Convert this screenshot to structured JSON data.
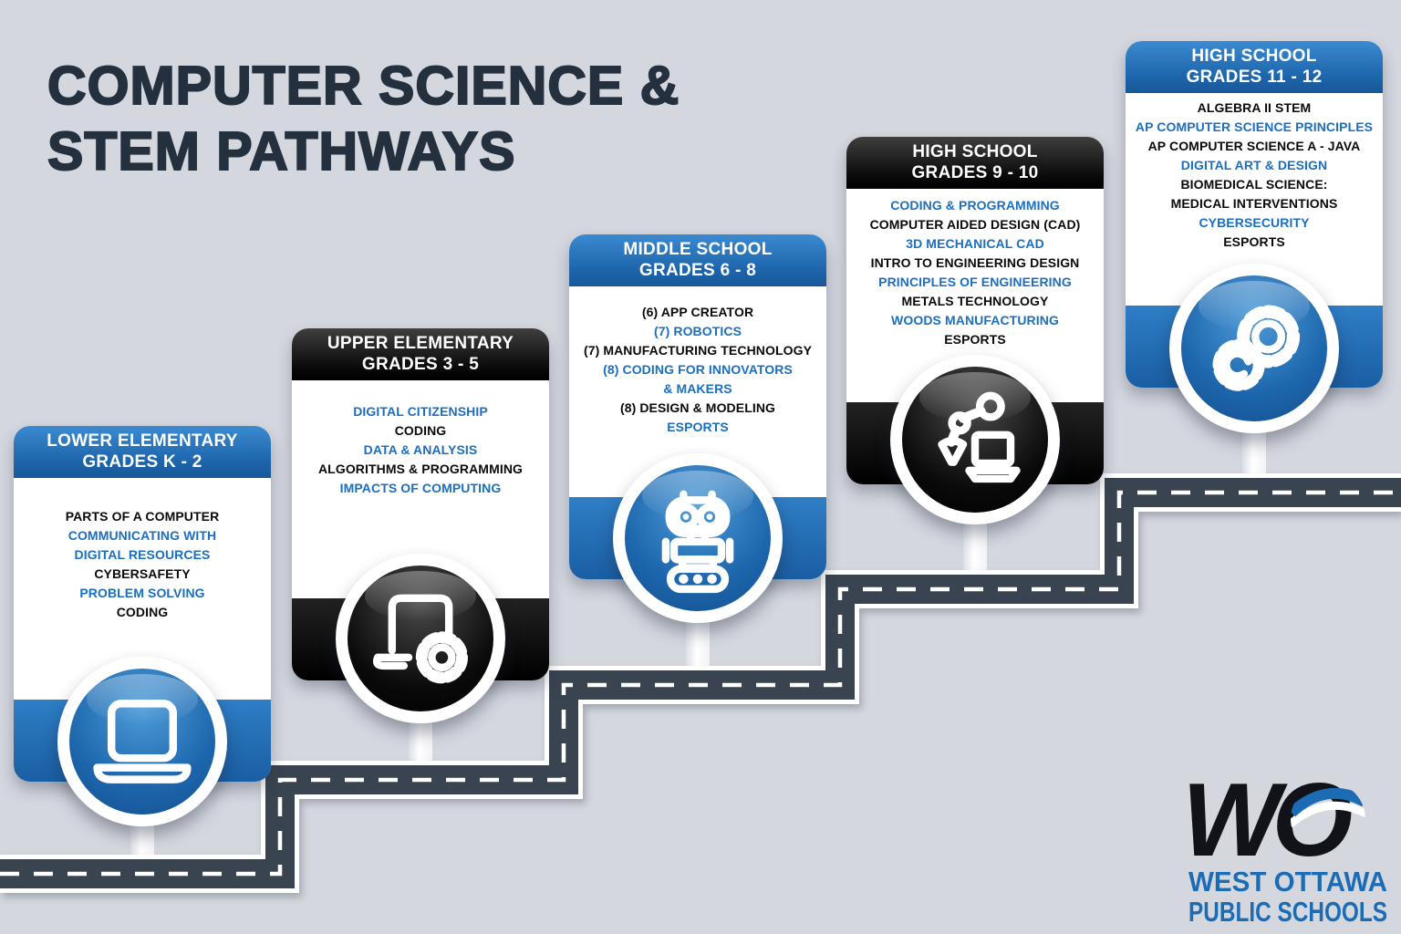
{
  "title": "COMPUTER SCIENCE &\nSTEM PATHWAYS",
  "cards": [
    {
      "header": {
        "line1": "LOWER ELEMENTARY",
        "line2": "GRADES K - 2",
        "variant": "blue"
      },
      "icon": "laptop",
      "items": [
        {
          "text": "PARTS OF A COMPUTER",
          "color": "black"
        },
        {
          "text": "COMMUNICATING WITH\nDIGITAL RESOURCES",
          "color": "blue"
        },
        {
          "text": "CYBERSAFETY",
          "color": "black"
        },
        {
          "text": "PROBLEM SOLVING",
          "color": "blue"
        },
        {
          "text": "CODING",
          "color": "black"
        }
      ]
    },
    {
      "header": {
        "line1": "UPPER ELEMENTARY",
        "line2": "GRADES 3 - 5",
        "variant": "black"
      },
      "icon": "laptop-gear",
      "items": [
        {
          "text": "DIGITAL CITIZENSHIP",
          "color": "blue"
        },
        {
          "text": "CODING",
          "color": "black"
        },
        {
          "text": "DATA & ANALYSIS",
          "color": "blue"
        },
        {
          "text": "ALGORITHMS & PROGRAMMING",
          "color": "black"
        },
        {
          "text": "IMPACTS OF COMPUTING",
          "color": "blue"
        }
      ]
    },
    {
      "header": {
        "line1": "MIDDLE SCHOOL",
        "line2": "GRADES 6 - 8",
        "variant": "blue"
      },
      "icon": "robot",
      "items": [
        {
          "text": "(6) APP CREATOR",
          "color": "black"
        },
        {
          "text": "(7) ROBOTICS",
          "color": "blue"
        },
        {
          "text": "(7) MANUFACTURING TECHNOLOGY",
          "color": "black"
        },
        {
          "text": "(8) CODING FOR INNOVATORS\n& MAKERS",
          "color": "blue"
        },
        {
          "text": "(8) DESIGN & MODELING",
          "color": "black"
        },
        {
          "text": "ESPORTS",
          "color": "blue"
        }
      ]
    },
    {
      "header": {
        "line1": "HIGH SCHOOL",
        "line2": "GRADES 9 - 10",
        "variant": "black"
      },
      "icon": "robot-arm-laptop",
      "items": [
        {
          "text": "CODING & PROGRAMMING",
          "color": "blue"
        },
        {
          "text": "COMPUTER AIDED DESIGN (CAD)",
          "color": "black"
        },
        {
          "text": "3D MECHANICAL CAD",
          "color": "blue"
        },
        {
          "text": "INTRO TO ENGINEERING DESIGN",
          "color": "black"
        },
        {
          "text": "PRINCIPLES OF ENGINEERING",
          "color": "blue"
        },
        {
          "text": "METALS TECHNOLOGY",
          "color": "black"
        },
        {
          "text": "WOODS MANUFACTURING",
          "color": "blue"
        },
        {
          "text": "ESPORTS",
          "color": "black"
        }
      ]
    },
    {
      "header": {
        "line1": "HIGH SCHOOL",
        "line2": "GRADES 11 - 12",
        "variant": "blue"
      },
      "icon": "gears",
      "items": [
        {
          "text": "ALGEBRA II STEM",
          "color": "black"
        },
        {
          "text": "AP COMPUTER SCIENCE PRINCIPLES",
          "color": "blue"
        },
        {
          "text": "AP COMPUTER SCIENCE A - JAVA",
          "color": "black"
        },
        {
          "text": "DIGITAL ART & DESIGN",
          "color": "blue"
        },
        {
          "text": "BIOMEDICAL SCIENCE:\nMEDICAL INTERVENTIONS",
          "color": "black"
        },
        {
          "text": "CYBERSECURITY",
          "color": "blue"
        },
        {
          "text": "ESPORTS",
          "color": "black"
        }
      ]
    }
  ],
  "logo": {
    "monogram": "WO",
    "line1": "WEST OTTAWA",
    "line2": "PUBLIC SCHOOLS"
  },
  "colors": {
    "background": "#d4d7de",
    "title": "#25303f",
    "accent_blue": "#1b6fc0",
    "header_blue": "#1d64ab",
    "header_black": "#0a0a0a",
    "road": "#394450",
    "white": "#ffffff",
    "logo_blue": "#1b6cb5"
  }
}
